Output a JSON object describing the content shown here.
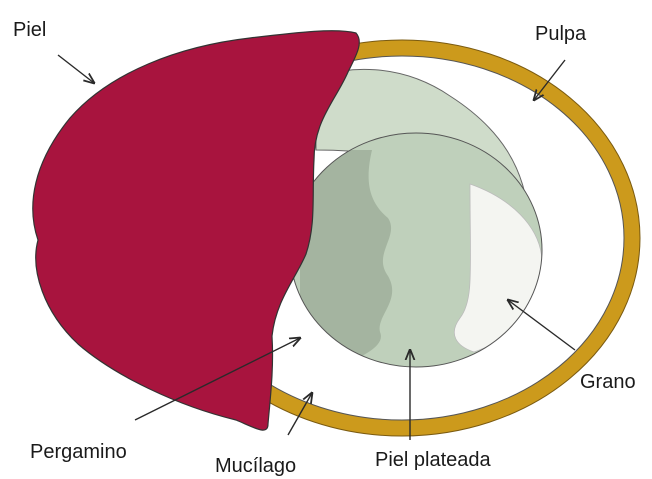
{
  "labels": {
    "piel": "Piel",
    "pulpa": "Pulpa",
    "grano": "Grano",
    "pergamino": "Pergamino",
    "mucilago": "Mucílago",
    "piel_plateada": "Piel plateada"
  },
  "colors": {
    "piel": "#a8143e",
    "pulpa": "#cc9a1c",
    "mucilago": "#ffffff",
    "pergamino_cap": "#cfdcca",
    "pergamino_inner": "#bfd0bb",
    "piel_plateada": "#a4b4a0",
    "grano": "#f4f5f1",
    "outline": "#333333"
  }
}
